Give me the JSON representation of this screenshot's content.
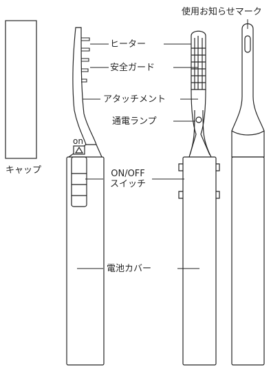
{
  "labels": {
    "usage_mark": "使用お知らせマーク",
    "heater": "ヒーター",
    "safety_guard": "安全ガード",
    "attachment": "アタッチメント",
    "indicator_lamp": "通電ランプ",
    "cap": "キャップ",
    "on_off_line1": "ON/OFF",
    "on_off_line2": "スイッチ",
    "battery_cover": "電池カバー",
    "switch_on": "on"
  }
}
